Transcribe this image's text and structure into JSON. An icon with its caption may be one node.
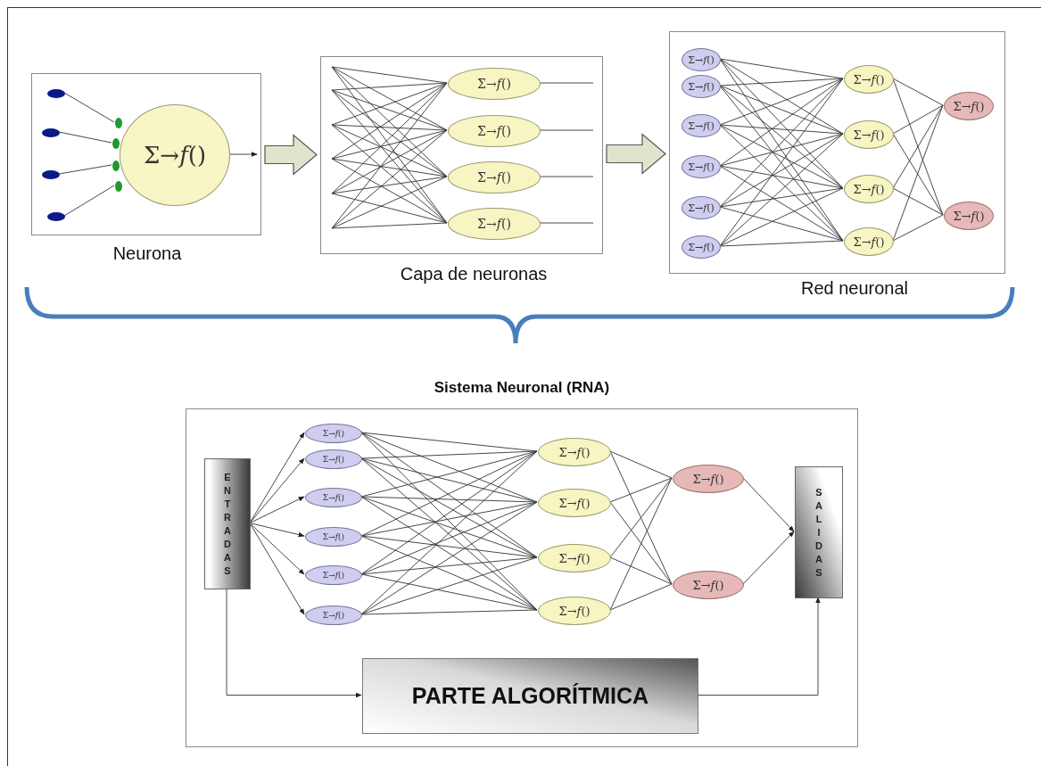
{
  "diagram": {
    "nodes": [
      {
        "text": [],
        "shape": "box",
        "beside": [
          "Neurona"
        ]
      },
      {
        "text": [],
        "shape": "circle",
        "in": 0
      },
      {
        "text": [],
        "shape": "circle",
        "in": 0
      },
      {
        "text": [],
        "shape": "circle",
        "in": 0
      },
      {
        "text": [],
        "shape": "circle",
        "in": 0
      },
      {
        "text": [],
        "shape": "circle",
        "in": 0
      },
      {
        "text": [],
        "shape": "circle",
        "in": 0
      },
      {
        "text": [],
        "shape": "circle",
        "in": 0
      },
      {
        "text": [],
        "shape": "circle",
        "in": 0
      },
      {
        "text": [
          "Σ→*f*()"
        ],
        "in": 0
      },
      {
        "text": [],
        "shape": "box",
        "beside": [
          "Capa de neuronas"
        ]
      },
      {
        "text": [
          "Σ→*f*()"
        ],
        "in": 10
      },
      {
        "text": [
          "Σ→*f*()"
        ],
        "in": 10
      },
      {
        "text": [
          "Σ→*f*()"
        ],
        "in": 10
      },
      {
        "text": [
          "Σ→*f*()"
        ],
        "in": 10
      },
      {
        "text": [],
        "shape": "box",
        "beside": [
          "Red neuronal"
        ]
      },
      {
        "text": [
          "Σ→*f*()"
        ],
        "in": 15
      },
      {
        "text": [
          "Σ→*f*()"
        ],
        "in": 15
      },
      {
        "text": [
          "Σ→*f*()"
        ],
        "in": 15
      },
      {
        "text": [
          "Σ→*f*()"
        ],
        "in": 15
      },
      {
        "text": [
          "Σ→*f*()"
        ],
        "in": 15
      },
      {
        "text": [
          "Σ→*f*()"
        ],
        "in": 15
      },
      {
        "text": [
          "Σ→*f*()"
        ],
        "in": 15
      },
      {
        "text": [
          "Σ→*f*()"
        ],
        "in": 15
      },
      {
        "text": [
          "Σ→*f*()"
        ],
        "in": 15
      },
      {
        "text": [
          "Σ→*f*()"
        ],
        "in": 15
      },
      {
        "text": [
          "Σ→*f*()"
        ],
        "in": 15
      },
      {
        "text": [
          "Σ→*f*()"
        ],
        "in": 15
      },
      {
        "text": [
          "Sistema Neuronal (RNA)"
        ]
      },
      {
        "text": [
          "ENTRADAS"
        ],
        "in": 28
      },
      {
        "text": [
          "Σ→*f*()"
        ],
        "in": 28
      },
      {
        "text": [
          "Σ→*f*()"
        ],
        "in": 28
      },
      {
        "text": [
          "Σ→*f*()"
        ],
        "in": 28
      },
      {
        "text": [
          "Σ→*f*()"
        ],
        "in": 28
      },
      {
        "text": [
          "Σ→*f*()"
        ],
        "in": 28
      },
      {
        "text": [
          "Σ→*f*()"
        ],
        "in": 28
      },
      {
        "text": [
          "Σ→*f*()"
        ],
        "in": 28
      },
      {
        "text": [
          "Σ→*f*()"
        ],
        "in": 28
      },
      {
        "text": [
          "Σ→*f*()"
        ],
        "in": 28
      },
      {
        "text": [
          "Σ→*f*()"
        ],
        "in": 28
      },
      {
        "text": [
          "Σ→*f*()"
        ],
        "in": 28
      },
      {
        "text": [
          "Σ→*f*()"
        ],
        "in": 28
      },
      {
        "text": [
          "SALIDAS"
        ],
        "in": 28
      },
      {
        "text": [
          "PARTE ALGORÍTMICA"
        ],
        "in": 28
      }
    ],
    "edges": [
      {
        "from": 1,
        "to": 5,
        "arrow": "none"
      },
      {
        "from": 2,
        "to": 6,
        "arrow": "none"
      },
      {
        "from": 3,
        "to": 7,
        "arrow": "none"
      },
      {
        "from": 4,
        "to": 8,
        "arrow": "none"
      },
      {
        "from": 9,
        "to": null,
        "arrow": "to"
      },
      {
        "from": null,
        "to": 11,
        "arrow": "none"
      },
      {
        "from": null,
        "to": 12,
        "arrow": "none"
      },
      {
        "from": null,
        "to": 13,
        "arrow": "none"
      },
      {
        "from": null,
        "to": 14,
        "arrow": "none"
      },
      {
        "from": null,
        "to": 11,
        "arrow": "none"
      },
      {
        "from": null,
        "to": 12,
        "arrow": "none"
      },
      {
        "from": null,
        "to": 13,
        "arrow": "none"
      },
      {
        "from": null,
        "to": 14,
        "arrow": "none"
      },
      {
        "from": null,
        "to": 11,
        "arrow": "none"
      },
      {
        "from": null,
        "to": 12,
        "arrow": "none"
      },
      {
        "from": null,
        "to": 13,
        "arrow": "none"
      },
      {
        "from": null,
        "to": 14,
        "arrow": "none"
      },
      {
        "from": null,
        "to": 11,
        "arrow": "none"
      },
      {
        "from": null,
        "to": 12,
        "arrow": "none"
      },
      {
        "from": null,
        "to": 13,
        "arrow": "none"
      },
      {
        "from": null,
        "to": 14,
        "arrow": "none"
      },
      {
        "from": null,
        "to": 11,
        "arrow": "none"
      },
      {
        "from": null,
        "to": 12,
        "arrow": "none"
      },
      {
        "from": null,
        "to": 13,
        "arrow": "none"
      },
      {
        "from": null,
        "to": 14,
        "arrow": "none"
      },
      {
        "from": null,
        "to": 11,
        "arrow": "none"
      },
      {
        "from": null,
        "to": 12,
        "arrow": "none"
      },
      {
        "from": null,
        "to": 13,
        "arrow": "none"
      },
      {
        "from": null,
        "to": 14,
        "arrow": "none"
      },
      {
        "from": 11,
        "to": null,
        "arrow": "none"
      },
      {
        "from": 12,
        "to": null,
        "arrow": "none"
      },
      {
        "from": 13,
        "to": null,
        "arrow": "none"
      },
      {
        "from": 14,
        "to": null,
        "arrow": "none"
      },
      {
        "from": 16,
        "to": 22,
        "arrow": "none"
      },
      {
        "from": 16,
        "to": 23,
        "arrow": "none"
      },
      {
        "from": 16,
        "to": 24,
        "arrow": "none"
      },
      {
        "from": 16,
        "to": 25,
        "arrow": "none"
      },
      {
        "from": 17,
        "to": 22,
        "arrow": "none"
      },
      {
        "from": 17,
        "to": 23,
        "arrow": "none"
      },
      {
        "from": 17,
        "to": 24,
        "arrow": "none"
      },
      {
        "from": 17,
        "to": 25,
        "arrow": "none"
      },
      {
        "from": 18,
        "to": 22,
        "arrow": "none"
      },
      {
        "from": 18,
        "to": 23,
        "arrow": "none"
      },
      {
        "from": 18,
        "to": 24,
        "arrow": "none"
      },
      {
        "from": 18,
        "to": 25,
        "arrow": "none"
      },
      {
        "from": 19,
        "to": 22,
        "arrow": "none"
      },
      {
        "from": 19,
        "to": 23,
        "arrow": "none"
      },
      {
        "from": 19,
        "to": 24,
        "arrow": "none"
      },
      {
        "from": 19,
        "to": 25,
        "arrow": "none"
      },
      {
        "from": 20,
        "to": 22,
        "arrow": "none"
      },
      {
        "from": 20,
        "to": 23,
        "arrow": "none"
      },
      {
        "from": 20,
        "to": 24,
        "arrow": "none"
      },
      {
        "from": 20,
        "to": 25,
        "arrow": "none"
      },
      {
        "from": 21,
        "to": 22,
        "arrow": "none"
      },
      {
        "from": 21,
        "to": 23,
        "arrow": "none"
      },
      {
        "from": 21,
        "to": 24,
        "arrow": "none"
      },
      {
        "from": 21,
        "to": 25,
        "arrow": "none"
      },
      {
        "from": 22,
        "to": 26,
        "arrow": "none"
      },
      {
        "from": 22,
        "to": 27,
        "arrow": "none"
      },
      {
        "from": 23,
        "to": 26,
        "arrow": "none"
      },
      {
        "from": 23,
        "to": 27,
        "arrow": "none"
      },
      {
        "from": 24,
        "to": 26,
        "arrow": "none"
      },
      {
        "from": 24,
        "to": 27,
        "arrow": "none"
      },
      {
        "from": 25,
        "to": 26,
        "arrow": "none"
      },
      {
        "from": 25,
        "to": 27,
        "arrow": "none"
      },
      {
        "from": 0,
        "to": 10,
        "arrow": "to"
      },
      {
        "from": 10,
        "to": 15,
        "arrow": "to"
      },
      {
        "from": 29,
        "to": 30,
        "arrow": "to"
      },
      {
        "from": 29,
        "to": 31,
        "arrow": "to"
      },
      {
        "from": 29,
        "to": 32,
        "arrow": "to"
      },
      {
        "from": 29,
        "to": 33,
        "arrow": "to"
      },
      {
        "from": 29,
        "to": 34,
        "arrow": "to"
      },
      {
        "from": 29,
        "to": 35,
        "arrow": "to"
      },
      {
        "from": 30,
        "to": 36,
        "arrow": "none"
      },
      {
        "from": 30,
        "to": 37,
        "arrow": "none"
      },
      {
        "from": 30,
        "to": 38,
        "arrow": "none"
      },
      {
        "from": 30,
        "to": 39,
        "arrow": "none"
      },
      {
        "from": 31,
        "to": 36,
        "arrow": "none"
      },
      {
        "from": 31,
        "to": 37,
        "arrow": "none"
      },
      {
        "from": 31,
        "to": 38,
        "arrow": "none"
      },
      {
        "from": 31,
        "to": 39,
        "arrow": "none"
      },
      {
        "from": 32,
        "to": 36,
        "arrow": "none"
      },
      {
        "from": 32,
        "to": 37,
        "arrow": "none"
      },
      {
        "from": 32,
        "to": 38,
        "arrow": "none"
      },
      {
        "from": 32,
        "to": 39,
        "arrow": "none"
      },
      {
        "from": 33,
        "to": 36,
        "arrow": "none"
      },
      {
        "from": 33,
        "to": 37,
        "arrow": "none"
      },
      {
        "from": 33,
        "to": 38,
        "arrow": "none"
      },
      {
        "from": 33,
        "to": 39,
        "arrow": "none"
      },
      {
        "from": 34,
        "to": 36,
        "arrow": "none"
      },
      {
        "from": 34,
        "to": 37,
        "arrow": "none"
      },
      {
        "from": 34,
        "to": 38,
        "arrow": "none"
      },
      {
        "from": 34,
        "to": 39,
        "arrow": "none"
      },
      {
        "from": 35,
        "to": 36,
        "arrow": "none"
      },
      {
        "from": 35,
        "to": 37,
        "arrow": "none"
      },
      {
        "from": 35,
        "to": 38,
        "arrow": "none"
      },
      {
        "from": 35,
        "to": 39,
        "arrow": "none"
      },
      {
        "from": 36,
        "to": 40,
        "arrow": "none"
      },
      {
        "from": 36,
        "to": 41,
        "arrow": "none"
      },
      {
        "from": 37,
        "to": 40,
        "arrow": "none"
      },
      {
        "from": 37,
        "to": 41,
        "arrow": "none"
      },
      {
        "from": 38,
        "to": 40,
        "arrow": "none"
      },
      {
        "from": 38,
        "to": 41,
        "arrow": "none"
      },
      {
        "from": 39,
        "to": 40,
        "arrow": "none"
      },
      {
        "from": 39,
        "to": 41,
        "arrow": "none"
      },
      {
        "from": 40,
        "to": 42,
        "arrow": "to"
      },
      {
        "from": 41,
        "to": 42,
        "arrow": "to"
      },
      {
        "from": 29,
        "to": 43,
        "arrow": "to"
      },
      {
        "from": 43,
        "to": 42,
        "arrow": "to"
      }
    ]
  }
}
